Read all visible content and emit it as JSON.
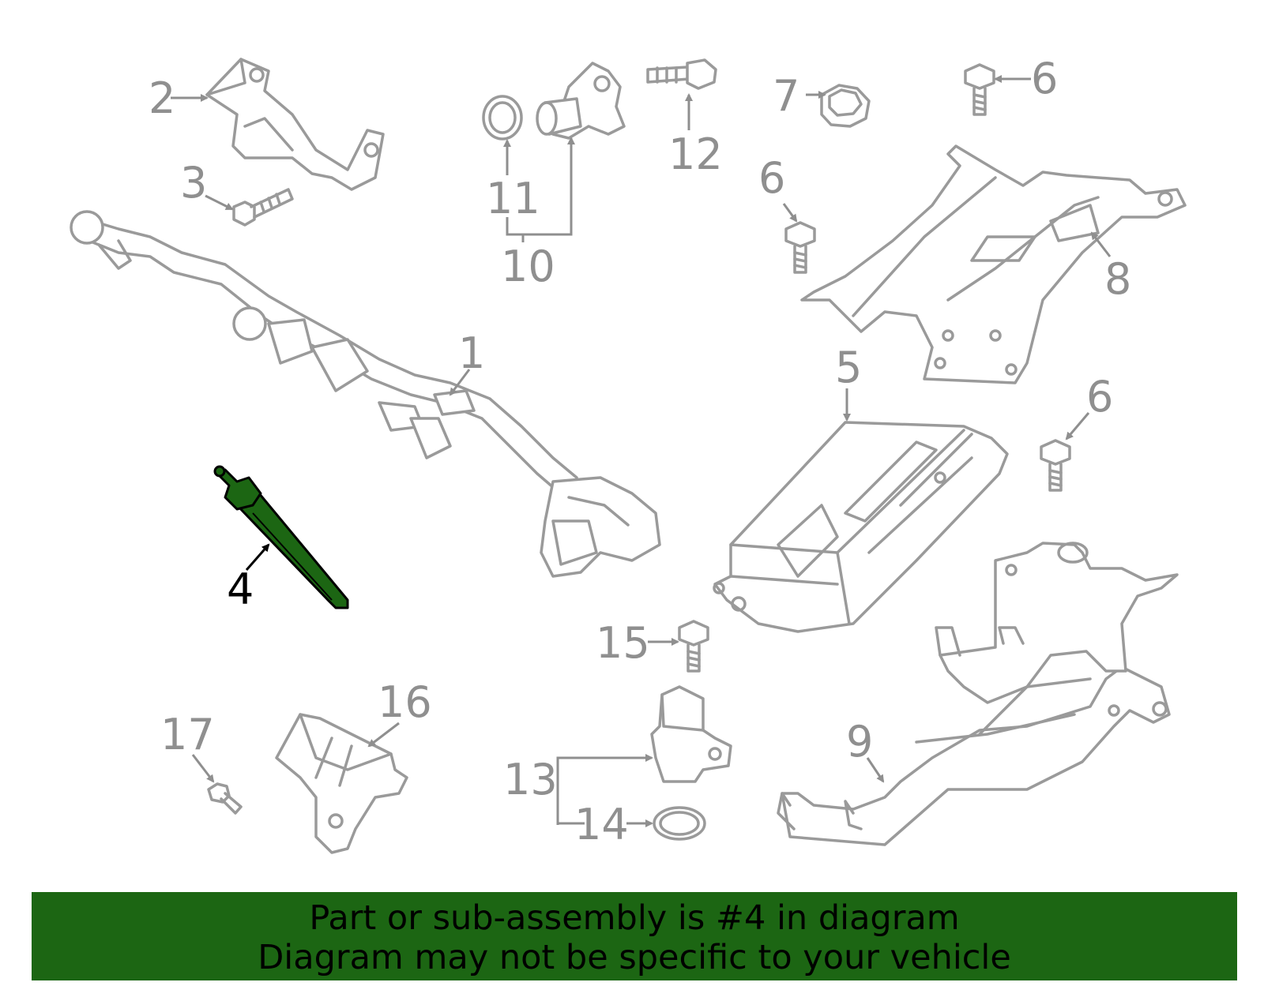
{
  "callouts": {
    "c1": "1",
    "c2": "2",
    "c3": "3",
    "c4": "4",
    "c5": "5",
    "c6a": "6",
    "c6b": "6",
    "c6c": "6",
    "c7": "7",
    "c8": "8",
    "c9": "9",
    "c10": "10",
    "c11": "11",
    "c12": "12",
    "c13": "13",
    "c14": "14",
    "c15": "15",
    "c16": "16",
    "c17": "17"
  },
  "highlight": {
    "part": "4",
    "color": "#1c6613"
  },
  "banner": {
    "line1": "Part or sub-assembly is #4 in diagram",
    "line2": "Diagram may not be specific to your vehicle",
    "background": "#1c6613"
  }
}
